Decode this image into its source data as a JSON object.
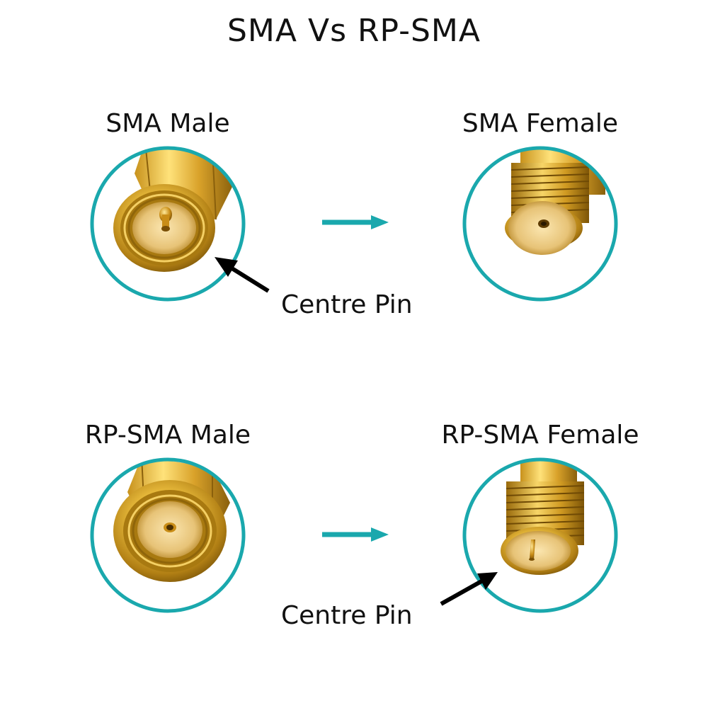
{
  "title": "SMA Vs RP-SMA",
  "accent_color": "#1aa8ad",
  "pointer_color": "#000000",
  "connector_color": "#d4a017",
  "sections": [
    {
      "male": {
        "label": "SMA Male",
        "center_contact": "pin"
      },
      "female": {
        "label": "SMA Female",
        "center_contact": "socket"
      },
      "callout": "Centre Pin"
    },
    {
      "male": {
        "label": "RP-SMA Male",
        "center_contact": "socket"
      },
      "female": {
        "label": "RP-SMA Female",
        "center_contact": "pin"
      },
      "callout": "Centre Pin"
    }
  ]
}
